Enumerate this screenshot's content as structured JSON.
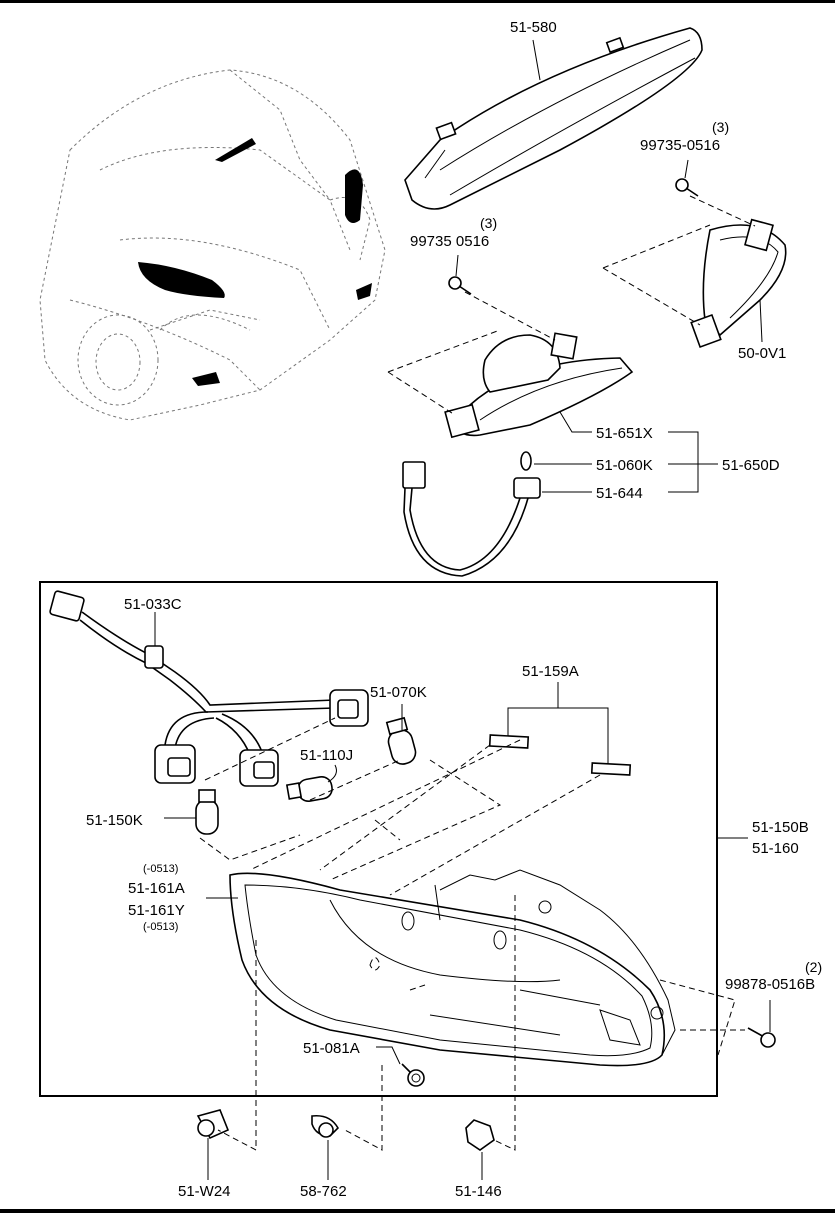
{
  "labels": {
    "high_mount_lamp": "51-580",
    "screw_qty_right": "(3)",
    "screw_right": "99735-0516",
    "screw_qty_left": "(3)",
    "screw_left": "99735 0516",
    "side_turn_lamp": "50-0V1",
    "fog_lamp_unit": "51-651X",
    "fog_bulb": "51-060K",
    "fog_socket": "51-644",
    "fog_assembly": "51-650D",
    "harness": "51-033C",
    "bulb_070": "51-070K",
    "reflector_tape": "51-159A",
    "bulb_110": "51-110J",
    "bulb_150": "51-150K",
    "note_top": "(-0513)",
    "housing_a": "51-161A",
    "housing_y": "51-161Y",
    "note_bottom": "(-0513)",
    "combo_lamp_b": "51-150B",
    "combo_lamp_160": "51-160",
    "bolt_qty": "(2)",
    "bolt": "99878-0516B",
    "clip_081": "51-081A",
    "grommet_w24": "51-W24",
    "clip_762": "58-762",
    "nut_146": "51-146"
  }
}
